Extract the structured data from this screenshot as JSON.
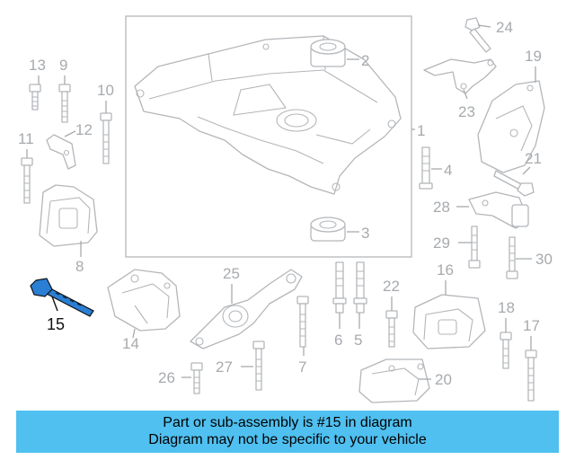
{
  "diagram": {
    "callouts": {
      "c1": "1",
      "c2": "2",
      "c3": "3",
      "c4": "4",
      "c5": "5",
      "c6": "6",
      "c7": "7",
      "c8": "8",
      "c9": "9",
      "c10": "10",
      "c11": "11",
      "c12": "12",
      "c13": "13",
      "c14": "14",
      "c15": "15",
      "c16": "16",
      "c17": "17",
      "c18": "18",
      "c19": "19",
      "c20": "20",
      "c21": "21",
      "c22": "22",
      "c23": "23",
      "c24": "24",
      "c25": "25",
      "c26": "26",
      "c27": "27",
      "c28": "28",
      "c29": "29",
      "c30": "30"
    },
    "highlight_color": "#2a7fd4",
    "part_color": "#b3b6ba"
  },
  "banner": {
    "line1": "Part or sub-assembly is #15 in diagram",
    "line2": "Diagram may not be specific to your vehicle",
    "background": "#4fc0f0"
  }
}
